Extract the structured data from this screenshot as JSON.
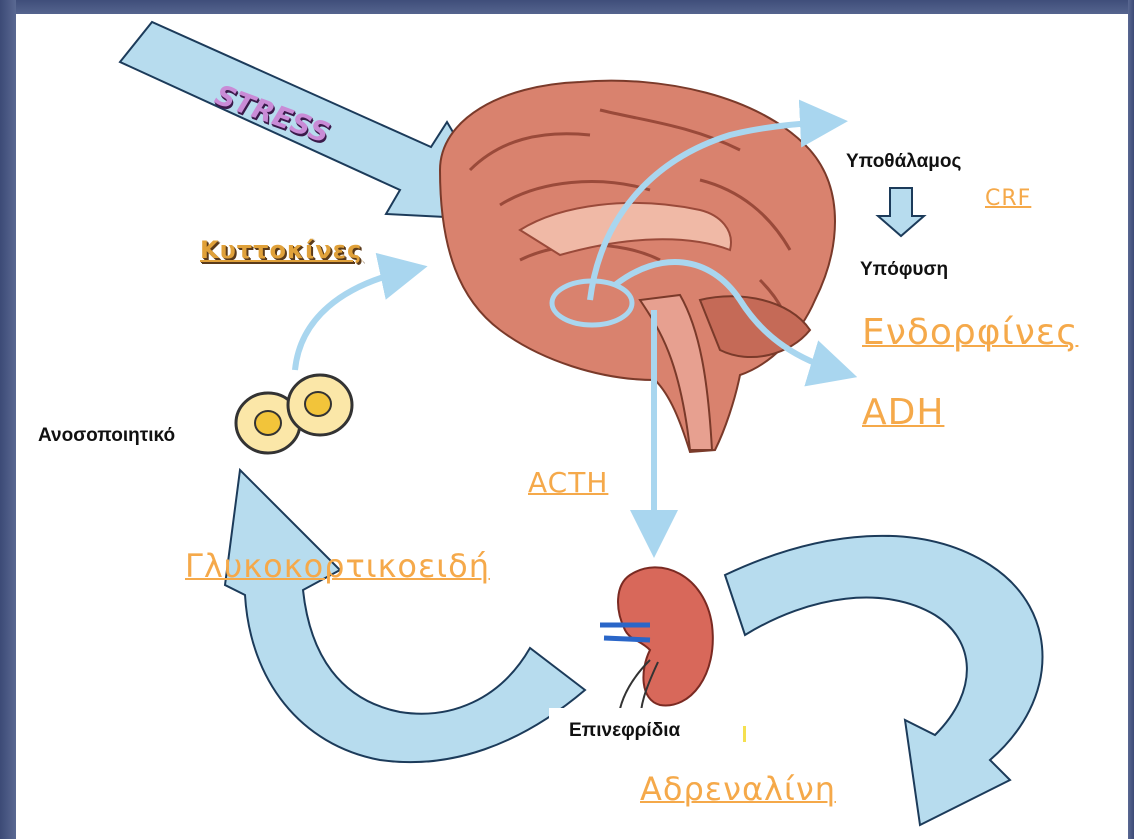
{
  "labels": {
    "stress": "STRESS",
    "cytokines": "Κυττοκίνες",
    "hypothalamus": "Υποθάλαμος",
    "crf": "CRF",
    "pituitary": "Υπόφυση",
    "endorphins": "Ενδορφίνες",
    "adh": "ADH",
    "immune": "Ανοσοποιητικό",
    "acth": "ACTH",
    "glucocorticoids": "Γλυκοκορτικοειδή",
    "adrenals": "Επινεφρίδια",
    "adrenaline": "Αδρεναλίνη"
  },
  "colors": {
    "arrow_fill": "#b7dcee",
    "arrow_stroke": "#1c3b5a",
    "thin_arrow": "#a9d6ef",
    "orange_text": "#f5a94a",
    "brain": "#d9826e",
    "frame": "#4a5882"
  },
  "icons": [
    "brain-illustration",
    "immune-cells-icon",
    "kidney-adrenal-icon"
  ]
}
